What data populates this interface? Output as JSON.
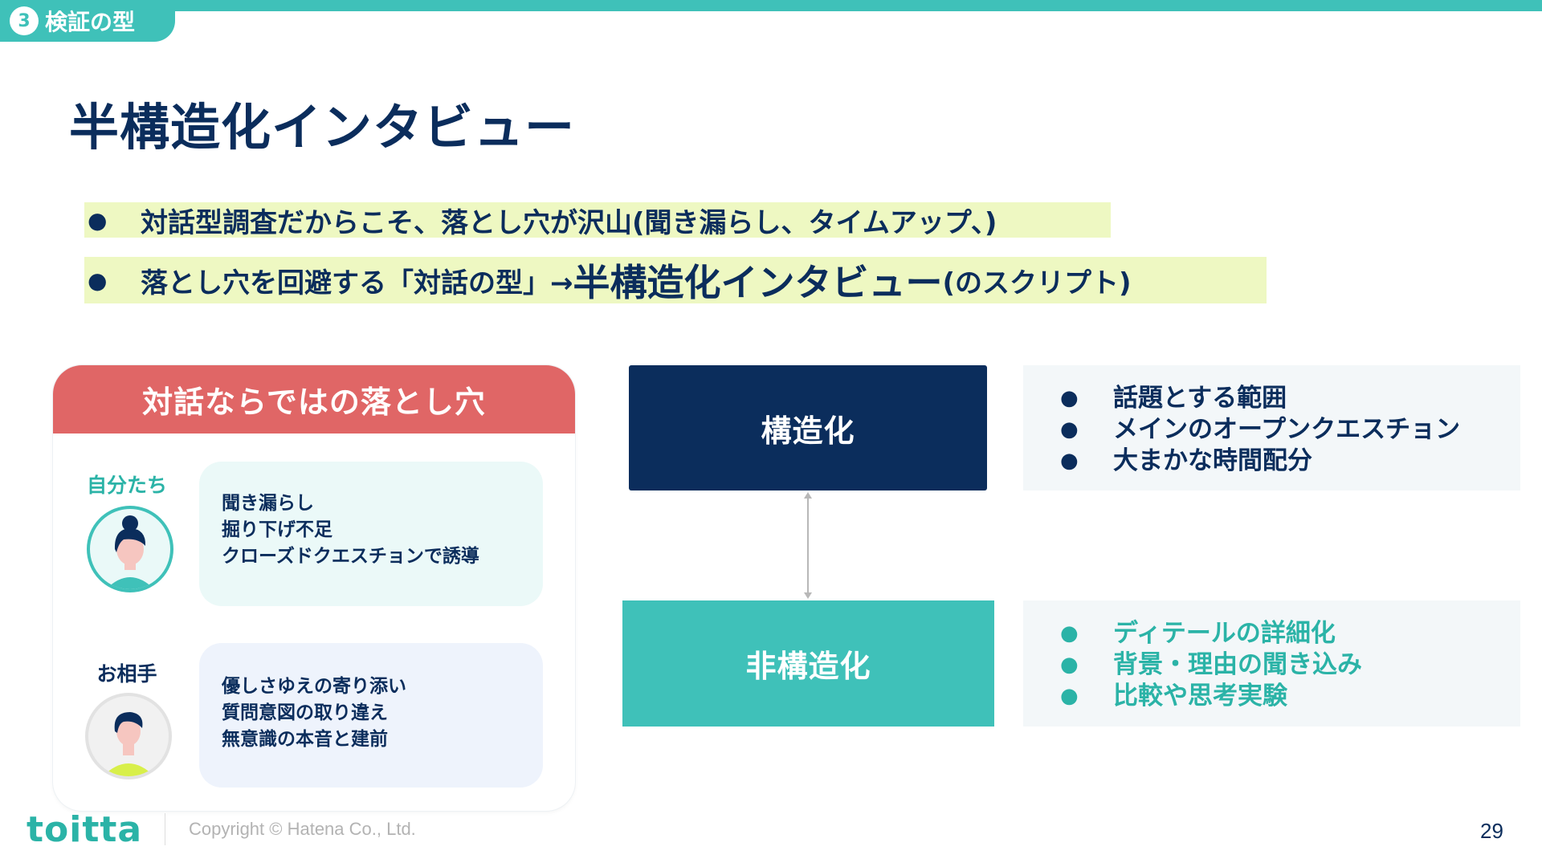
{
  "section": {
    "number": "3",
    "title": "検証の型"
  },
  "page_title": "半構造化インタビュー",
  "bullets": {
    "dot": "●",
    "line1": "対話型調査だからこそ、落とし穴が沢山(聞き漏らし、タイムアップ、)",
    "line2_prefix": "落とし穴を回避する「対話の型」→",
    "line2_emphasis": "半構造化インタビュー",
    "line2_suffix": "(のスクリプト)"
  },
  "pitfalls": {
    "title": "対話ならではの落とし穴",
    "us": {
      "label": "自分たち",
      "items": [
        "聞き漏らし",
        "掘り下げ不足",
        "クローズドクエスチョンで誘導"
      ]
    },
    "them": {
      "label": "お相手",
      "items": [
        "優しさゆえの寄り添い",
        "質問意図の取り違え",
        "無意識の本音と建前"
      ]
    }
  },
  "structured": {
    "label": "構造化",
    "items": [
      "話題とする範囲",
      "メインのオープンクエスチョン",
      "大まかな時間配分"
    ]
  },
  "unstructured": {
    "label": "非構造化",
    "items": [
      "ディテールの詳細化",
      "背景・理由の聞き込み",
      "比較や思考実験"
    ]
  },
  "colors": {
    "navy": "#0b2d5c",
    "teal": "#3fc1b9",
    "coral": "#e06666",
    "highlight": "#eef8c2"
  },
  "footer": {
    "logo": "toitta",
    "copyright": "Copyright © Hatena Co., Ltd.",
    "page_number": "29"
  }
}
